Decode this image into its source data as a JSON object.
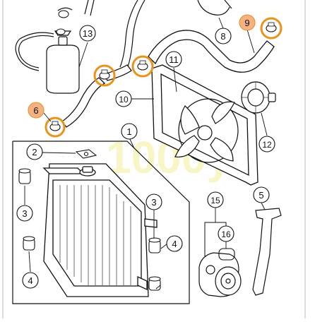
{
  "diagram": {
    "watermark": "1000ÿ",
    "callouts": {
      "c1": "1",
      "c2": "2",
      "c3a": "3",
      "c3b": "3",
      "c4a": "4",
      "c4b": "4",
      "c5": "5",
      "c6": "6",
      "c8": "8",
      "c9": "9",
      "c10": "10",
      "c11": "11",
      "c12": "12",
      "c13": "13",
      "c15": "15",
      "c16": "16"
    },
    "colors": {
      "line": "#111111",
      "highlight_ring": "#e8931e",
      "highlight_fill": "#f4b183",
      "watermark": "#f3ee9a"
    }
  }
}
